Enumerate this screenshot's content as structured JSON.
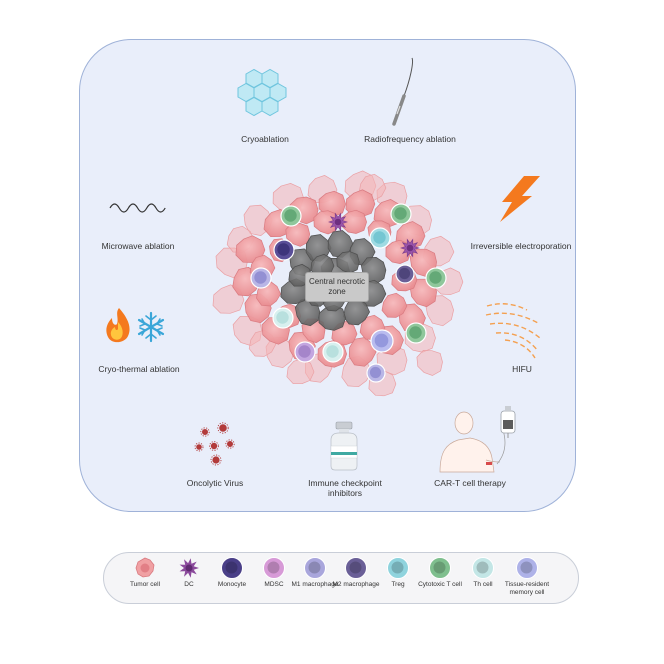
{
  "labels": {
    "cryoablation": "Cryoablation",
    "radiofrequency": "Radiofrequency ablation",
    "microwave": "Microwave ablation",
    "irreversible": "Irreversible electroporation",
    "cryothermal": "Cryo-thermal ablation",
    "hifu": "HIFU",
    "oncolytic": "Oncolytic Virus",
    "checkpoint": "Immune checkpoint inhibitors",
    "cart": "CAR-T cell therapy",
    "central": "Central necrotic zone"
  },
  "legend": [
    {
      "label": "Tumor cell",
      "color": "#f0a0a3"
    },
    {
      "label": "DC",
      "color": "#8b4a9c"
    },
    {
      "label": "Monocyte",
      "color": "#4a3f88"
    },
    {
      "label": "MDSC",
      "color": "#d79ad7"
    },
    {
      "label": "M1 macrophage",
      "color": "#a9a6dc"
    },
    {
      "label": "M2 macrophage",
      "color": "#6a5f97"
    },
    {
      "label": "Treg",
      "color": "#8fd3dd"
    },
    {
      "label": "Cytotoxic T cell",
      "color": "#7fbf8e"
    },
    {
      "label": "Th cell",
      "color": "#c3e6e6"
    },
    {
      "label": "Tissue-resident memory cell",
      "color": "#aeb2e8"
    }
  ],
  "colors": {
    "panel": "#e9eefa",
    "panel_border": "#9fb2d8",
    "tumor": "#f0a0a3",
    "necrotic": "#777777",
    "fire": "#f4791e",
    "ice": "#3aa6d8",
    "virus": "#b23a3a"
  }
}
